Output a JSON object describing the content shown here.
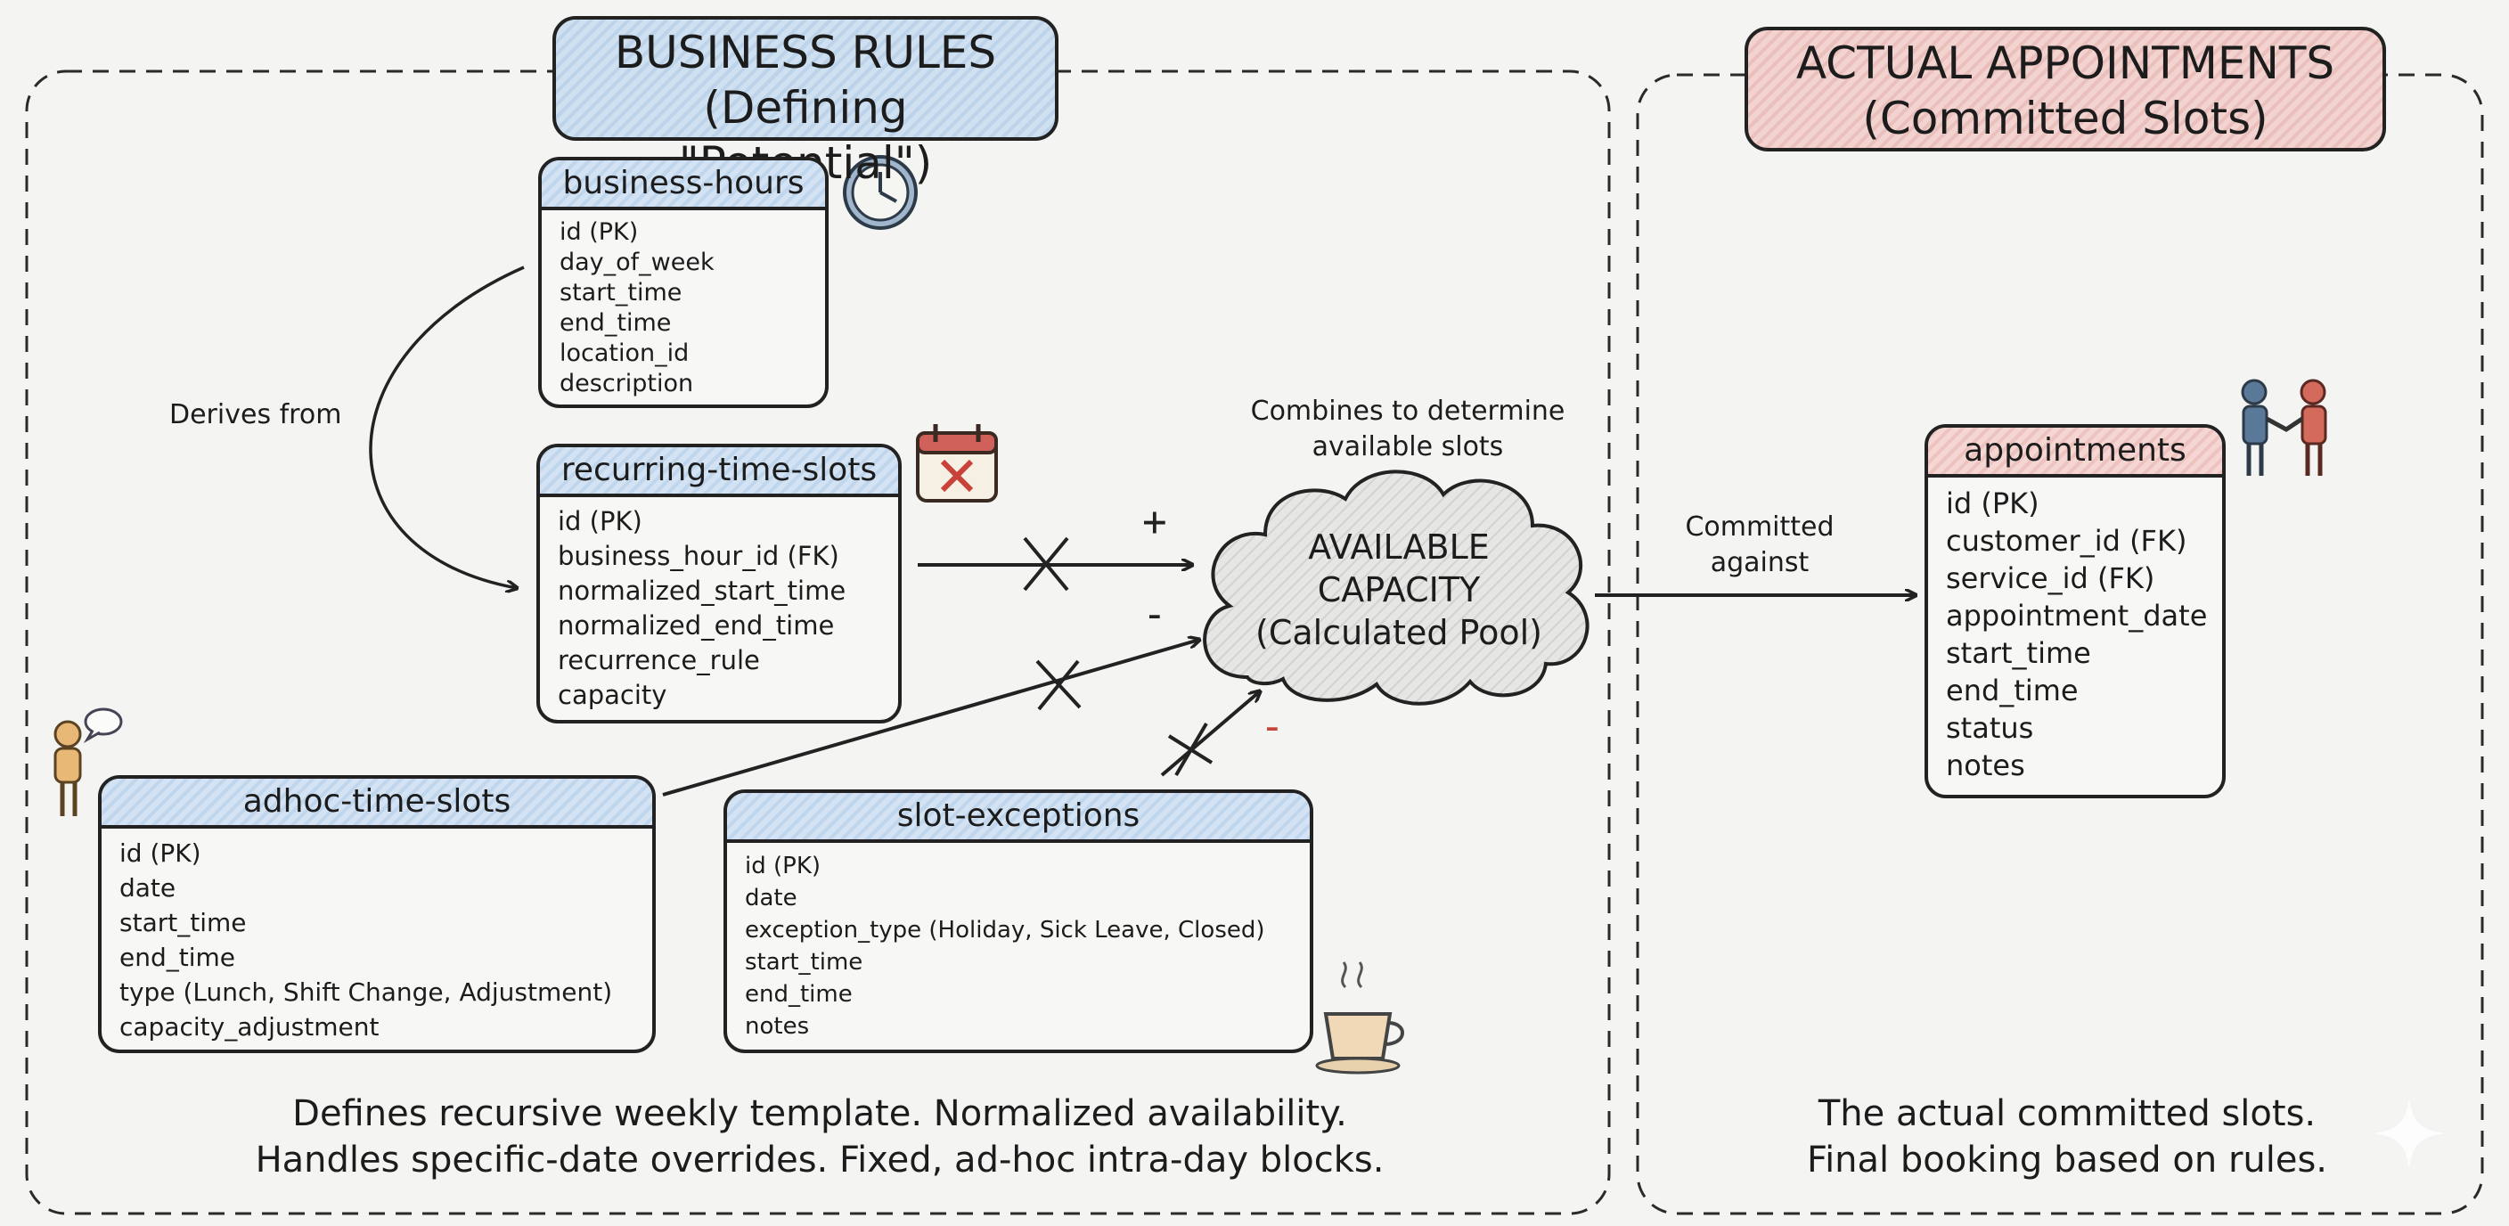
{
  "titles": {
    "business_rules": {
      "line1": "BUSINESS RULES",
      "line2": "(Defining \"Potential\")"
    },
    "actual_appointments": {
      "line1": "ACTUAL APPOINTMENTS",
      "line2": "(Committed Slots)"
    }
  },
  "entities": {
    "business_hours": {
      "name": "business-hours",
      "fields": [
        "id (PK)",
        "day_of_week",
        "start_time",
        "end_time",
        "location_id",
        "description"
      ]
    },
    "recurring_time_slots": {
      "name": "recurring-time-slots",
      "fields": [
        "id (PK)",
        "business_hour_id (FK)",
        "normalized_start_time",
        "normalized_end_time",
        "recurrence_rule",
        "capacity"
      ]
    },
    "adhoc_time_slots": {
      "name": "adhoc-time-slots",
      "fields": [
        "id (PK)",
        "date",
        "start_time",
        "end_time",
        "type (Lunch, Shift Change, Adjustment)",
        "capacity_adjustment"
      ]
    },
    "slot_exceptions": {
      "name": "slot-exceptions",
      "fields": [
        "id (PK)",
        "date",
        "exception_type (Holiday, Sick Leave, Closed)",
        "start_time",
        "end_time",
        "notes"
      ]
    },
    "appointments": {
      "name": "appointments",
      "fields": [
        "id (PK)",
        "customer_id (FK)",
        "service_id (FK)",
        "appointment_date",
        "start_time",
        "end_time",
        "status",
        "notes"
      ]
    }
  },
  "available_capacity": {
    "line1": "AVAILABLE",
    "line2": "CAPACITY",
    "line3": "(Calculated Pool)"
  },
  "labels": {
    "derives_from": "Derives from",
    "combines": {
      "line1": "Combines to determine",
      "line2": "available slots"
    },
    "committed_against": {
      "line1": "Committed",
      "line2": "against"
    },
    "plus": "+",
    "minus1": "-",
    "minus2": "-"
  },
  "captions": {
    "business_rules": {
      "line1": "Defines recursive weekly template. Normalized availability.",
      "line2": "Handles specific-date overrides. Fixed, ad-hoc intra-day blocks."
    },
    "appointments": {
      "line1": "The actual committed slots.",
      "line2": "Final booking based on rules."
    }
  },
  "icons": [
    "clock-icon",
    "calendar-x-icon",
    "person-speech-icon",
    "coffee-cup-icon",
    "handshake-icon",
    "sparkle-icon"
  ],
  "colors": {
    "header_blue": "#c8dcf0",
    "header_red": "#f2cfcc",
    "ink": "#1c1c1c",
    "background": "#f4f4f2"
  }
}
